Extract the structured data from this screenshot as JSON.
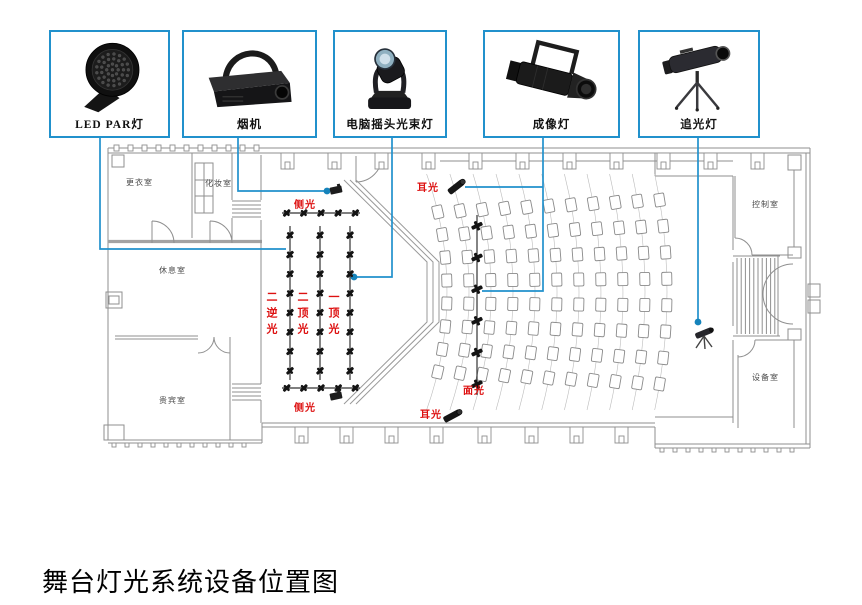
{
  "title": "舞台灯光系统设备位置图",
  "equipment": [
    {
      "label": "LED PAR灯"
    },
    {
      "label": "烟机"
    },
    {
      "label": "电脑摇头光束灯"
    },
    {
      "label": "成像灯"
    },
    {
      "label": "追光灯"
    }
  ],
  "rooms": {
    "changing": "更衣室",
    "makeup": "化妆室",
    "lounge": "休息室",
    "vip": "贵宾室",
    "control": "控制室",
    "equipment": "设备室"
  },
  "lights": {
    "side_top": "侧光",
    "side_bottom": "侧光",
    "backlight_2": "二逆光",
    "toplight_2": "二顶光",
    "toplight_1": "一顶光",
    "ear_top": "耳光",
    "ear_bottom": "耳光",
    "face": "面光"
  },
  "seating": {
    "arc_rows": 11,
    "seats_per_row": 8
  },
  "colors": {
    "accent_blue": "#2191cc",
    "label_red": "#dd1111",
    "plan_gray": "#8f8f8f"
  }
}
